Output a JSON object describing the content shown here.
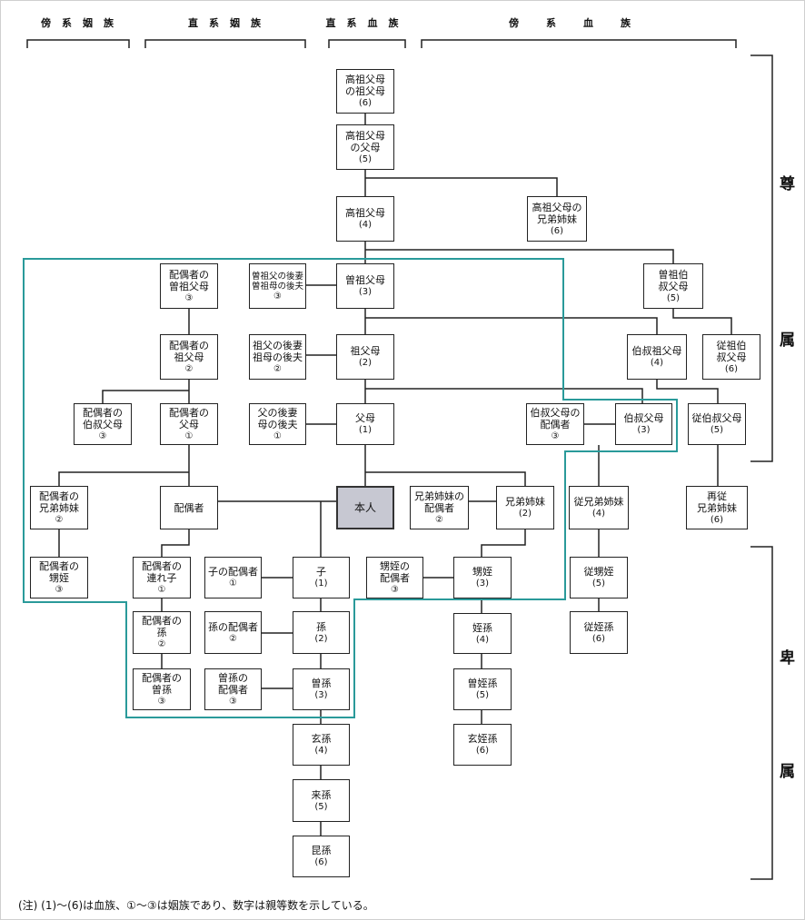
{
  "headers": {
    "collateral_affinity": "傍系姻族",
    "direct_affinity": "直系姻族",
    "direct_blood": "直系血族",
    "collateral_blood": "傍系血族"
  },
  "side_labels": {
    "ascendant_1": "尊",
    "ascendant_2": "属",
    "descendant_1": "卑",
    "descendant_2": "属"
  },
  "boxes": {
    "koso_sofubo": {
      "name": "高祖父母\nの祖父母",
      "degree": "(6)"
    },
    "koso_fubo": {
      "name": "高祖父母\nの父母",
      "degree": "(5)"
    },
    "koso": {
      "name": "高祖父母",
      "degree": "(4)"
    },
    "koso_kyodai": {
      "name": "高祖父母の\n兄弟姉妹",
      "degree": "(6)"
    },
    "sp_soso": {
      "name": "配偶者の\n曽祖父母",
      "degree": "③"
    },
    "soso_kosai": {
      "name": "曽祖父の後妻\n曽祖母の後夫",
      "degree": "③"
    },
    "soso": {
      "name": "曽祖父母",
      "degree": "(3)"
    },
    "soso_haku": {
      "name": "曽祖伯\n叔父母",
      "degree": "(5)"
    },
    "sp_sofubo": {
      "name": "配偶者の\n祖父母",
      "degree": "②"
    },
    "sofu_kosai": {
      "name": "祖父の後妻\n祖母の後夫",
      "degree": "②"
    },
    "sofubo": {
      "name": "祖父母",
      "degree": "(2)"
    },
    "haku_sofubo": {
      "name": "伯叔祖父母",
      "degree": "(4)"
    },
    "ju_haku": {
      "name": "従祖伯\n叔父母",
      "degree": "(6)"
    },
    "sp_haku": {
      "name": "配偶者の\n伯叔父母",
      "degree": "③"
    },
    "sp_fubo": {
      "name": "配偶者の\n父母",
      "degree": "①"
    },
    "fu_kosai": {
      "name": "父の後妻\n母の後夫",
      "degree": "①"
    },
    "fubo": {
      "name": "父母",
      "degree": "(1)"
    },
    "haku_sp": {
      "name": "伯叔父母の\n配偶者",
      "degree": "③"
    },
    "haku": {
      "name": "伯叔父母",
      "degree": "(3)"
    },
    "ju_haku_fubo": {
      "name": "従伯叔父母",
      "degree": "(5)"
    },
    "sp_kyodai": {
      "name": "配偶者の\n兄弟姉妹",
      "degree": "②"
    },
    "haigusha": {
      "name": "配偶者",
      "degree": ""
    },
    "honnin": {
      "name": "本人",
      "degree": ""
    },
    "kyodai_sp": {
      "name": "兄弟姉妹の\n配偶者",
      "degree": "②"
    },
    "kyodai": {
      "name": "兄弟姉妹",
      "degree": "(2)"
    },
    "ju_kyodai": {
      "name": "従兄弟姉妹",
      "degree": "(4)"
    },
    "sai_ju_kyodai": {
      "name": "再従\n兄弟姉妹",
      "degree": "(6)"
    },
    "sp_oimei": {
      "name": "配偶者の\n甥姪",
      "degree": "③"
    },
    "sp_tsureko": {
      "name": "配偶者の\n連れ子",
      "degree": "①"
    },
    "ko_sp": {
      "name": "子の配偶者",
      "degree": "①"
    },
    "ko": {
      "name": "子",
      "degree": "(1)"
    },
    "oimei_sp": {
      "name": "甥姪の\n配偶者",
      "degree": "③"
    },
    "oimei": {
      "name": "甥姪",
      "degree": "(3)"
    },
    "ju_oimei": {
      "name": "従甥姪",
      "degree": "(5)"
    },
    "sp_mago": {
      "name": "配偶者の\n孫",
      "degree": "②"
    },
    "mago_sp": {
      "name": "孫の配偶者",
      "degree": "②"
    },
    "mago": {
      "name": "孫",
      "degree": "(2)"
    },
    "tetsson": {
      "name": "姪孫",
      "degree": "(4)"
    },
    "ju_tetsson": {
      "name": "従姪孫",
      "degree": "(6)"
    },
    "sp_himago": {
      "name": "配偶者の\n曽孫",
      "degree": "③"
    },
    "himago_sp": {
      "name": "曽孫の\n配偶者",
      "degree": "③"
    },
    "himago": {
      "name": "曽孫",
      "degree": "(3)"
    },
    "so_tetsson": {
      "name": "曽姪孫",
      "degree": "(5)"
    },
    "genson": {
      "name": "玄孫",
      "degree": "(4)"
    },
    "gen_tetsson": {
      "name": "玄姪孫",
      "degree": "(6)"
    },
    "raison": {
      "name": "来孫",
      "degree": "(5)"
    },
    "konson": {
      "name": "昆孫",
      "degree": "(6)"
    }
  },
  "note": "(注) (1)～(6)は血族、①～③は姻族であり、数字は親等数を示している。",
  "colors": {
    "region_outline": "#2a9a9a",
    "self_fill": "#c7c8d2",
    "line": "#333333"
  }
}
